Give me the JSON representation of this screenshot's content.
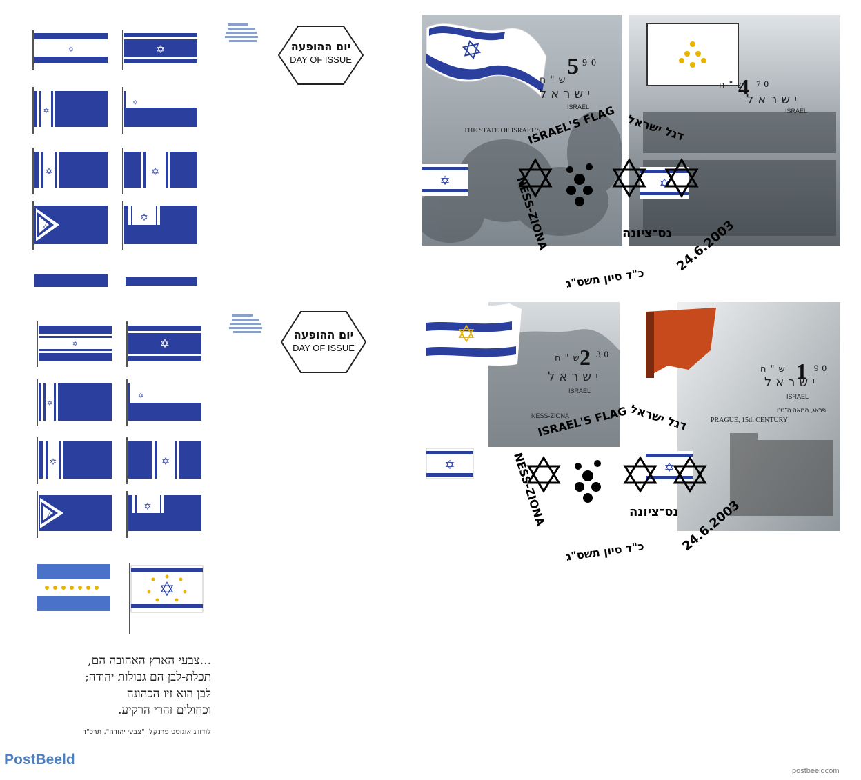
{
  "covers": [
    {
      "day_of_issue_he": "יום ההופעה",
      "day_of_issue_en": "DAY OF ISSUE",
      "stamps": [
        {
          "value_main": "5",
          "value_frac": "90",
          "currency": "ש\"ח",
          "country_he": "ישראל",
          "country_en": "ISRAEL",
          "caption": "THE STATE OF ISRAEL'S"
        },
        {
          "value_main": "4",
          "value_frac": "70",
          "currency": "ש\"ח",
          "country_he": "ישראל",
          "country_en": "ISRAEL",
          "caption": ""
        }
      ],
      "postmark": {
        "title": "ISRAEL'S FLAG",
        "title_he": "דגל ישראל",
        "town_en": "NESS-ZIONA",
        "town_he": "נס־ציונה",
        "date": "24.6.2003",
        "date_he": "כ\"ד סיון תשס\"ג"
      }
    },
    {
      "day_of_issue_he": "יום ההופעה",
      "day_of_issue_en": "DAY OF ISSUE",
      "stamps": [
        {
          "value_main": "2",
          "value_frac": "30",
          "currency": "ש\"ח",
          "country_he": "ישראל",
          "country_en": "ISRAEL",
          "caption": "NESS-ZIONA",
          "banner_he": "נס־ציונה"
        },
        {
          "value_main": "1",
          "value_frac": "90",
          "currency": "ש\"ח",
          "country_he": "ישראל",
          "country_en": "ISRAEL",
          "caption": "PRAGUE, 15th CENTURY",
          "caption_he": "פראג, המאה ה־ט\"ו"
        }
      ],
      "postmark": {
        "title": "ISRAEL'S FLAG",
        "title_he": "דגל ישראל",
        "town_en": "NESS-ZIONA",
        "town_he": "נס־ציונה",
        "date": "24.6.2003",
        "date_he": "כ\"ד סיון תשס\"ג"
      }
    }
  ],
  "poem": {
    "lines": [
      "...צבעי הארץ האהובה הם,",
      "תכלת-לבן הם גבולות יהודה;",
      "לבן הוא זיו הכהונה",
      "וכחולים זהרי הרקיע."
    ],
    "credit": "לודוויג אוגוסט פרנקל, \"צבעי יהודה\", תרכ\"ד"
  },
  "watermarks": {
    "left": "PostBeeld",
    "right": "postbeeldcom"
  },
  "colors": {
    "flag_blue": "#2b3f9e",
    "flag_white": "#ffffff",
    "gold": "#e8b400"
  }
}
